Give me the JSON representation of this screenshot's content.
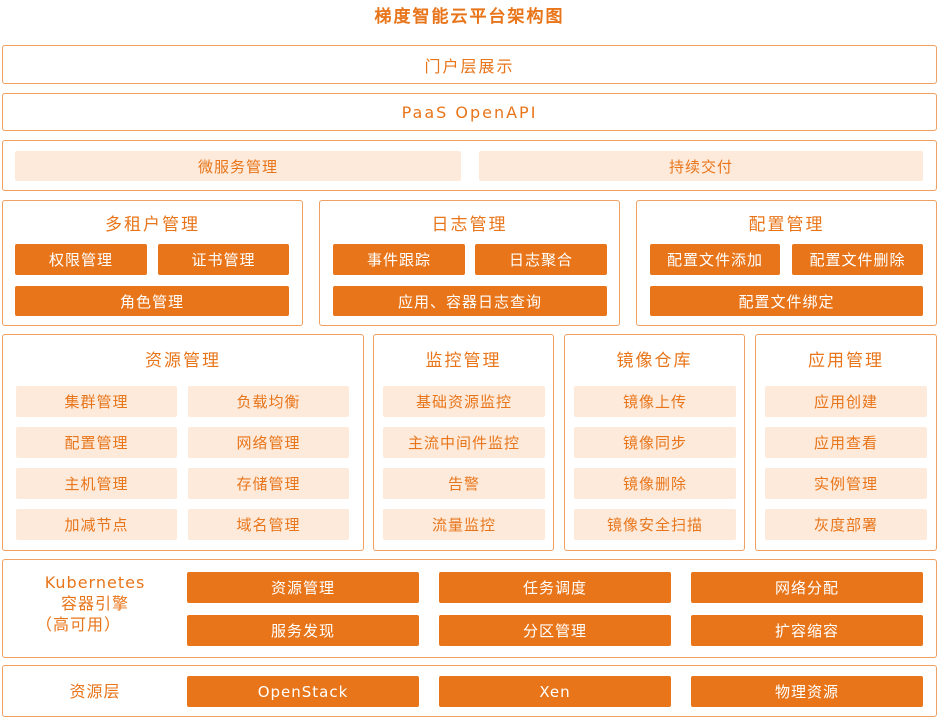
{
  "title": "梯度智能云平台架构图",
  "portal": "门户层展示",
  "paas": "PaaS OpenAPI",
  "micro": {
    "items": [
      "微服务管理",
      "持续交付"
    ]
  },
  "tenant": {
    "title": "多租户管理",
    "items": [
      "权限管理",
      "证书管理",
      "角色管理"
    ]
  },
  "log": {
    "title": "日志管理",
    "items": [
      "事件跟踪",
      "日志聚合",
      "应用、容器日志查询"
    ]
  },
  "config": {
    "title": "配置管理",
    "items": [
      "配置文件添加",
      "配置文件删除",
      "配置文件绑定"
    ]
  },
  "resource": {
    "title": "资源管理",
    "items": [
      "集群管理",
      "负载均衡",
      "配置管理",
      "网络管理",
      "主机管理",
      "存储管理",
      "加减节点",
      "域名管理"
    ]
  },
  "monitor": {
    "title": "监控管理",
    "items": [
      "基础资源监控",
      "主流中间件监控",
      "告警",
      "流量监控"
    ]
  },
  "mirror": {
    "title": "镜像仓库",
    "items": [
      "镜像上传",
      "镜像同步",
      "镜像删除",
      "镜像安全扫描"
    ]
  },
  "app": {
    "title": "应用管理",
    "items": [
      "应用创建",
      "应用查看",
      "实例管理",
      "灰度部署"
    ]
  },
  "k8s": {
    "label_lines": [
      "Kubernetes",
      "容器引擎",
      "（高可用）"
    ],
    "items": [
      "资源管理",
      "任务调度",
      "网络分配",
      "服务发现",
      "分区管理",
      "扩容缩容"
    ]
  },
  "reslayer": {
    "label": "资源层",
    "items": [
      "OpenStack",
      "Xen",
      "物理资源"
    ]
  },
  "colors": {
    "accent": "#e8751a",
    "light_fill": "#fdeadb",
    "border": "#f0a060"
  }
}
